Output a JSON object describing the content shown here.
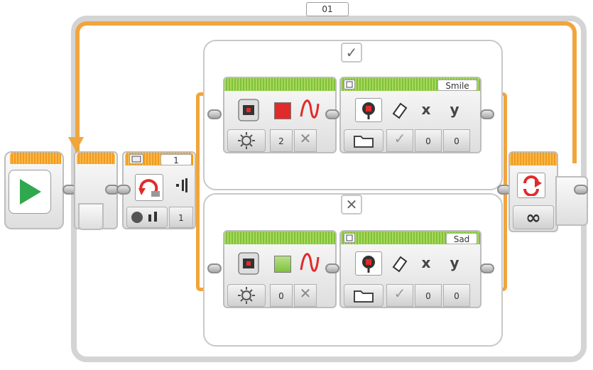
{
  "loop": {
    "name": "01",
    "counter_value": "1"
  },
  "switch": {
    "true_case_symbol": "✓",
    "false_case_symbol": "✕"
  },
  "case_true": {
    "led_color_value": "2",
    "led_color": "#e12b2b",
    "display_label": "Smile",
    "display_x": "0",
    "display_y": "0",
    "check_symbol": "✓",
    "x_label": "x",
    "y_label": "y",
    "cross_symbol": "✕"
  },
  "case_false": {
    "led_color_value": "0",
    "led_color": "#7fc23a",
    "display_label": "Sad",
    "display_x": "0",
    "display_y": "0",
    "check_symbol": "✓",
    "x_label": "x",
    "y_label": "y",
    "cross_symbol": "✕"
  },
  "loop_end": {
    "mode_symbol": "∞"
  },
  "colors": {
    "orange": "#f0a53d",
    "green": "#7fc23a",
    "gray": "#d4d4d4",
    "start_green": "#2fa84f"
  }
}
